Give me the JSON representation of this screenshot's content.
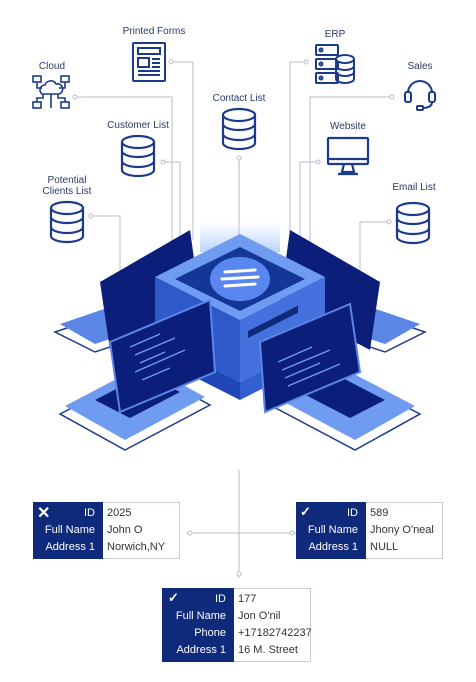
{
  "sources": {
    "printed_forms": "Printed Forms",
    "erp": "ERP",
    "cloud": "Cloud",
    "sales": "Sales",
    "contact_list": "Contact List",
    "customer_list": "Customer List",
    "website": "Website",
    "potential_clients_line1": "Potential",
    "potential_clients_line2": "Clients List",
    "email_list": "Email List"
  },
  "records": {
    "left": {
      "status_icon": "x-icon",
      "keys": [
        "ID",
        "Full Name",
        "Address 1"
      ],
      "values": [
        "2025",
        "John O",
        "Norwich,NY"
      ]
    },
    "right": {
      "status_icon": "check-icon",
      "keys": [
        "ID",
        "Full Name",
        "Address 1"
      ],
      "values": [
        "589",
        "Jhony O'neal",
        "NULL"
      ]
    },
    "merged": {
      "status_icon": "check-icon",
      "keys": [
        "ID",
        "Full Name",
        "Phone",
        "Address 1"
      ],
      "values": [
        "177",
        "Jon O'nil",
        "+17182742237",
        "16 M. Street"
      ]
    }
  },
  "colors": {
    "navy": "#0f2a7a",
    "blue": "#3b63d6",
    "light_blue": "#6f9cf0",
    "screen": "#0a1e7a"
  }
}
